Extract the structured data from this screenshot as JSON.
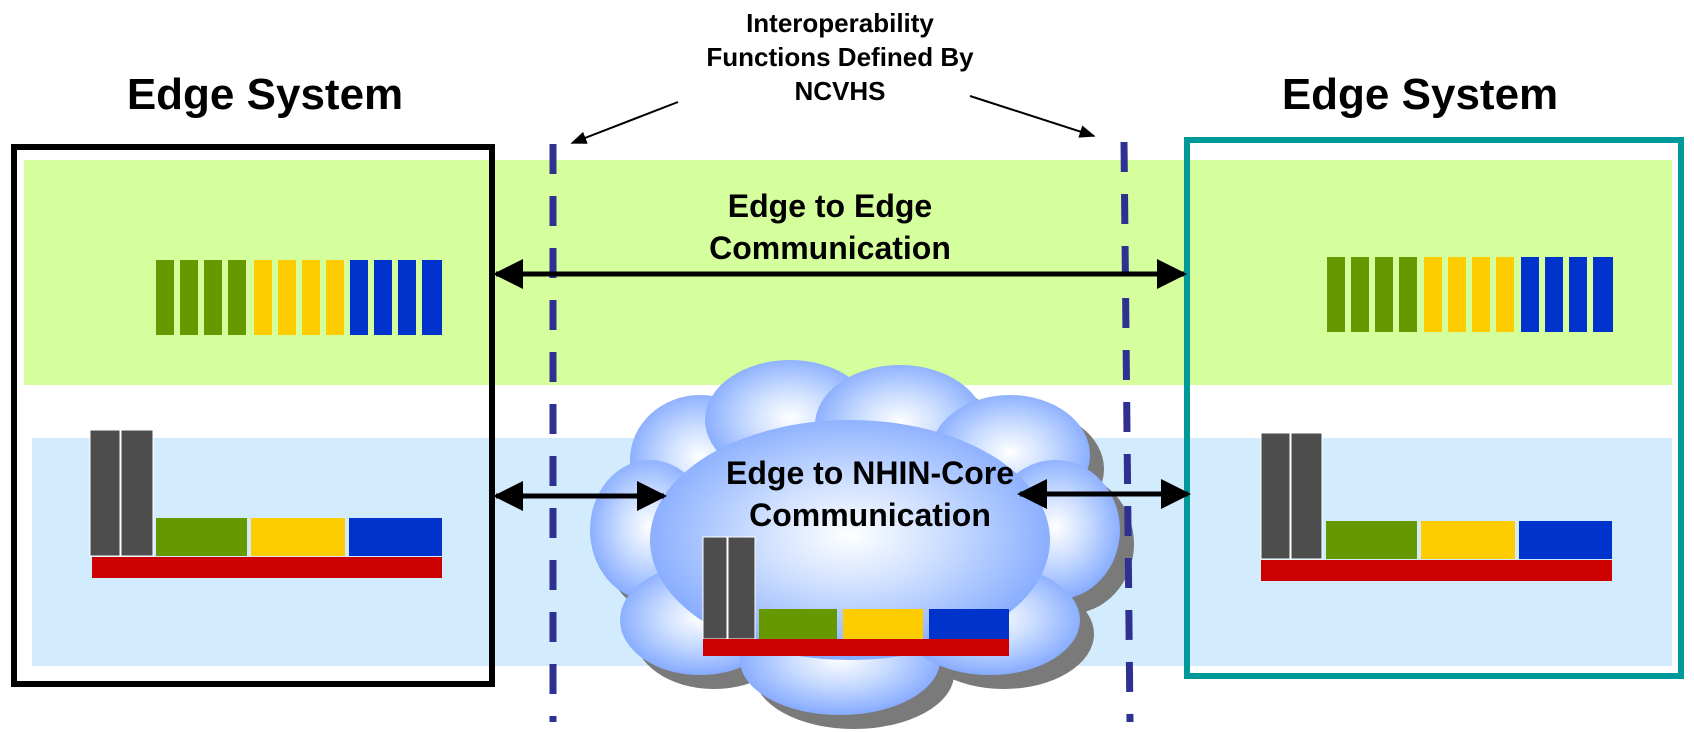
{
  "header": {
    "left_edge_title": "Edge System",
    "right_edge_title": "Edge System",
    "callout_line1": "Interoperability",
    "callout_line2": "Functions Defined By",
    "callout_line3": "NCVHS"
  },
  "labels": {
    "edge_to_edge_line1": "Edge to Edge",
    "edge_to_edge_line2": "Communication",
    "edge_to_core_line1": "Edge to NHIN-Core",
    "edge_to_core_line2": "Communication"
  },
  "colors": {
    "top_band": "#d4ff9c",
    "bottom_band": "#d2ecfd",
    "green": "#669900",
    "yellow": "#ffcc00",
    "blue": "#0033cc",
    "red": "#cc0000",
    "gray": "#4d4d4d",
    "dashed_line": "#2e3192",
    "left_box_border": "#000000",
    "right_box_border": "#009999",
    "cloud_fill": "#8fb2ff"
  }
}
